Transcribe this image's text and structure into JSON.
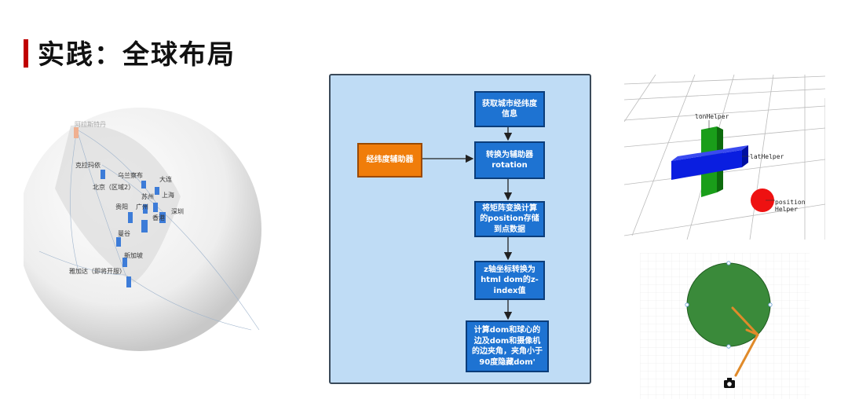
{
  "title": "实践：全球布局",
  "globe": {
    "cities": [
      {
        "name": "阿拉斯特丹"
      },
      {
        "name": "克拉玛依"
      },
      {
        "name": "乌兰察布"
      },
      {
        "name": "大连"
      },
      {
        "name": "北京（区域2）"
      },
      {
        "name": "苏州"
      },
      {
        "name": "上海"
      },
      {
        "name": "贵阳"
      },
      {
        "name": "广州"
      },
      {
        "name": "深圳"
      },
      {
        "name": "香港"
      },
      {
        "name": "曼谷"
      },
      {
        "name": "新加坡"
      },
      {
        "name": "雅加达（即将开服）"
      }
    ]
  },
  "flow": {
    "step1": "获取城市经纬度信息",
    "step2": "转换为辅助器 rotation",
    "helper": "经纬度辅助器",
    "step3": "将矩阵变换计算的position存储到点数据",
    "step4": "z轴坐标转换为 html dom的z-index值",
    "step5": "计算dom和球心的边及dom和摄像机的边夹角，夹角小于90度隐藏dom'"
  },
  "helpers3d": {
    "lon": "lonHelper",
    "lat": "latHelper",
    "pos1": "position",
    "pos2": "Helper"
  },
  "colors": {
    "accent": "#c00000",
    "flow_box": "#1e73d2",
    "helper_box": "#f07d0a",
    "panel_bg": "#bfdcf5"
  }
}
